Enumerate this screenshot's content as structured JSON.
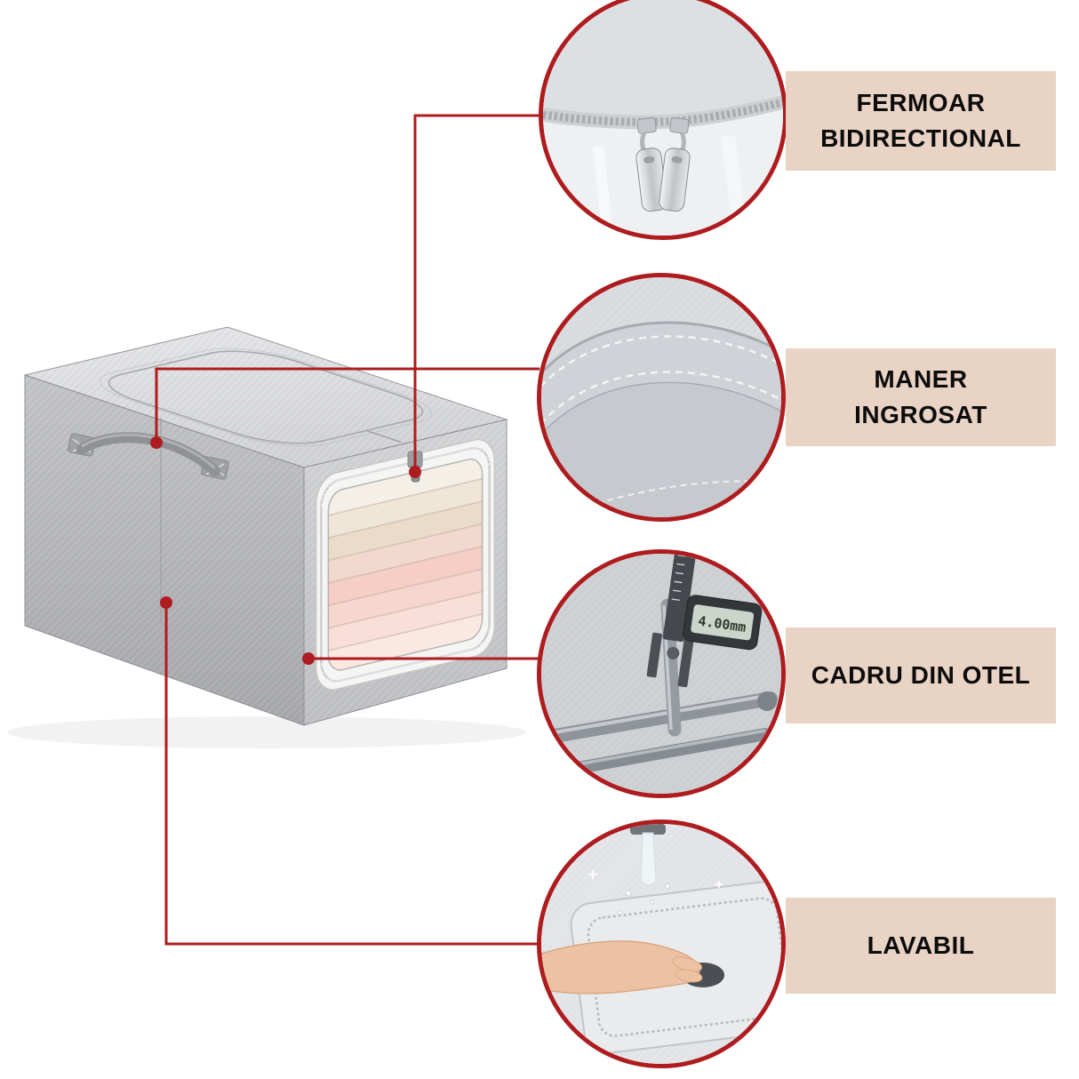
{
  "colors": {
    "accent": "#ae1c1f",
    "label_bg": "#e9d3c4",
    "label_text": "#0c0c0c",
    "box_top": "#d9dadc",
    "box_left": "#b4b5b8",
    "box_front": "#c9cacd",
    "clothes_pink": "#f5cec6",
    "clothes_cream": "#efe6d8"
  },
  "callouts": [
    {
      "id": "zipper",
      "icon": "zipper-detail-icon",
      "label_lines": [
        "FERMOAR",
        "BIDIRECTIONAL"
      ]
    },
    {
      "id": "handle",
      "icon": "handle-detail-icon",
      "label_lines": [
        "MANER",
        "INGROSAT"
      ]
    },
    {
      "id": "steel-frame",
      "icon": "caliper-detail-icon",
      "label_lines": [
        "CADRU DIN OTEL"
      ]
    },
    {
      "id": "washable",
      "icon": "washing-detail-icon",
      "label_lines": [
        "LAVABIL"
      ]
    }
  ],
  "caliper_reading": "4.00mm"
}
